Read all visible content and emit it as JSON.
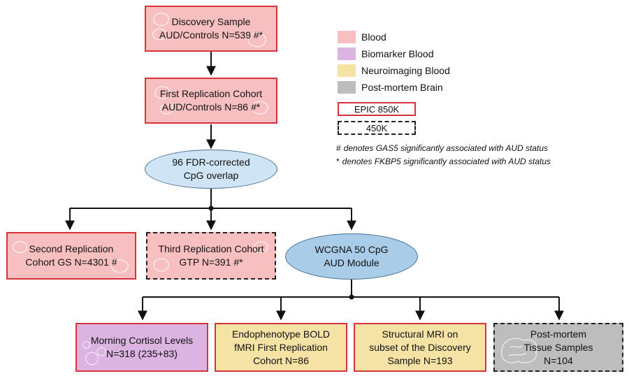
{
  "colors": {
    "blood": "#f7bfc0",
    "biomarker": "#dbb4e2",
    "neuroimaging": "#f5e2a5",
    "brain": "#bdbdbd",
    "oval_light": "#cfe4f4",
    "oval_mid": "#a9cde8",
    "epic_border": "#d8323a"
  },
  "boxes": {
    "discovery": "Discovery Sample\nAUD/Controls N=539 #*",
    "first_replication": "First Replication Cohort\nAUD/Controls N=86 #*",
    "second_replication": "Second Replication\nCohort GS N=4301 #",
    "third_replication": "Third Replication Cohort\nGTP N=391 #*",
    "morning_cortisol": "Morning Cortisol Levels\nN=318 (235+83)",
    "endophenotype": "Endophenotype BOLD\nfMRI First Replication\nCohort N=86",
    "structural_mri": "Structural MRI on\nsubset of the Discovery\nSample N=193",
    "post_mortem": "Post-mortem\nTissue Samples\nN=104"
  },
  "ovals": {
    "fdr_overlap": "96 FDR-corrected\nCpG overlap",
    "wcgna_module": "WCGNA 50 CpG\nAUD Module"
  },
  "legend": {
    "items": [
      {
        "label": "Blood",
        "color": "#f7bfc0"
      },
      {
        "label": "Biomarker Blood",
        "color": "#dbb4e2"
      },
      {
        "label": "Neuroimaging Blood",
        "color": "#f5e2a5"
      },
      {
        "label": "Post-mortem Brain",
        "color": "#bdbdbd"
      }
    ],
    "epic": "EPIC 850K",
    "k450": "450K"
  },
  "notes": {
    "hash_symbol": "#",
    "hash_text": "denotes GAS5 significantly associated with AUD status",
    "star_symbol": "*",
    "star_text": "denotes FKBP5 significantly associated with AUD status"
  }
}
